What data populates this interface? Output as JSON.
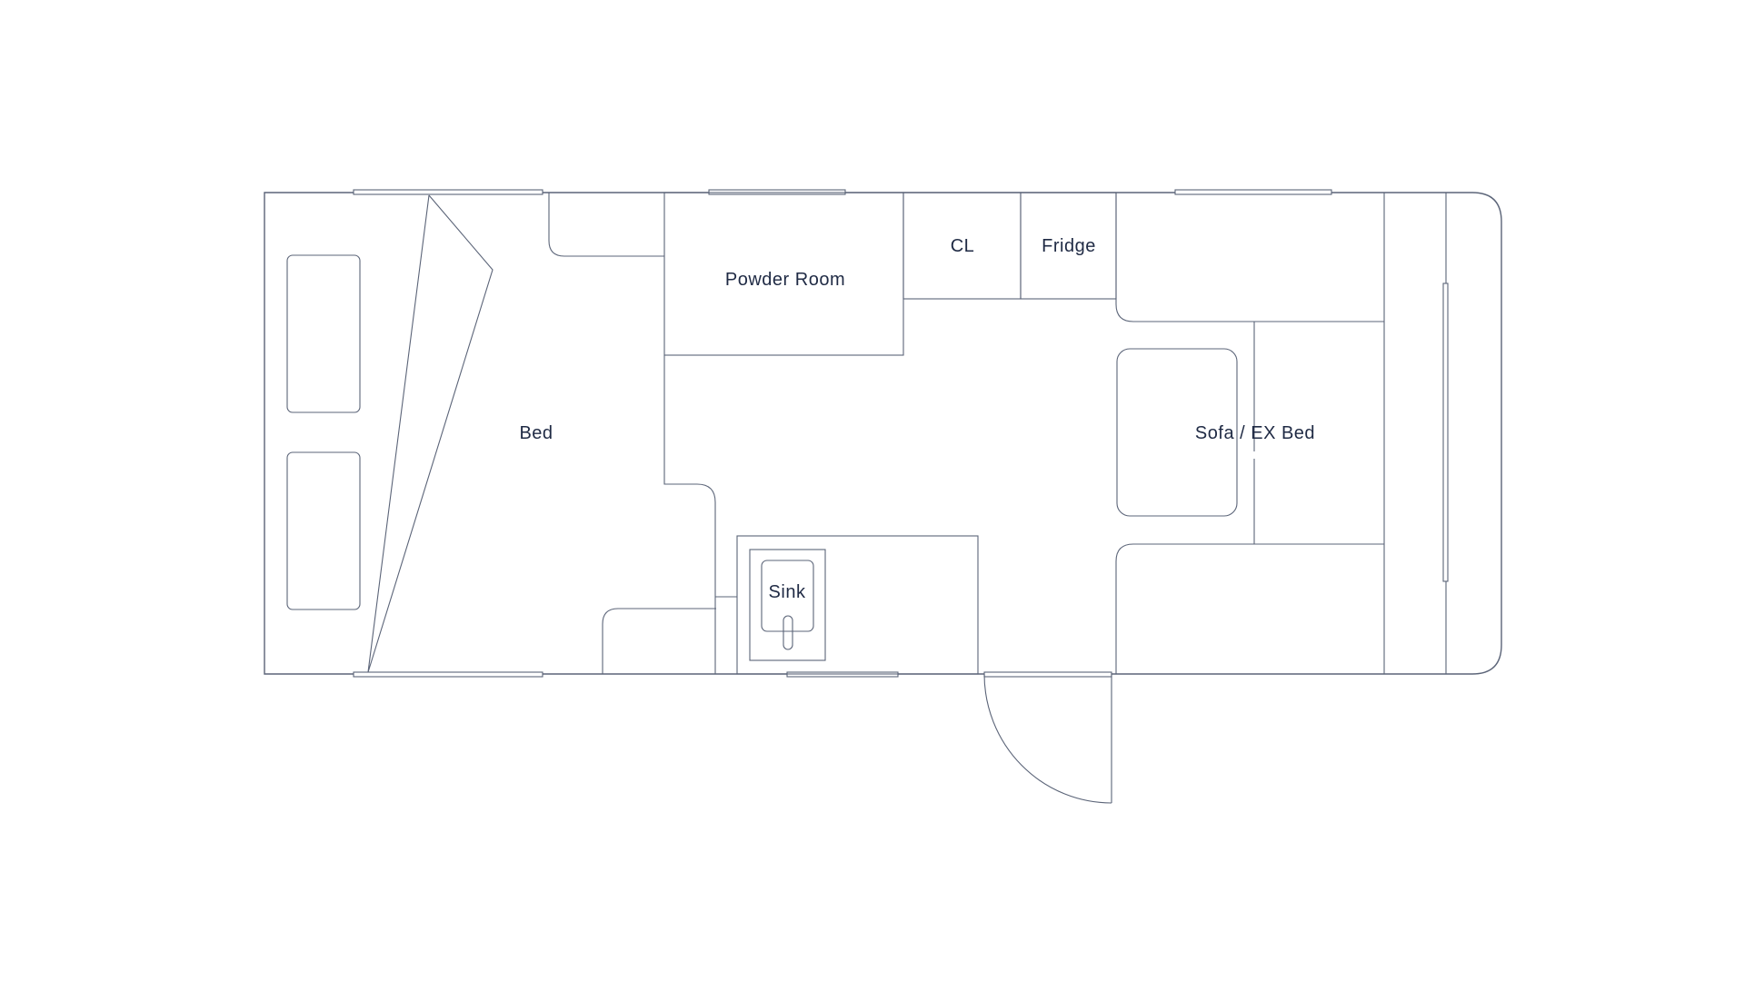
{
  "colors": {
    "line": "#5b6478",
    "label": "#1f2a44",
    "background": "#ffffff"
  },
  "labels": {
    "bed": "Bed",
    "powder_room": "Powder Room",
    "cl": "CL",
    "fridge": "Fridge",
    "sofa_ex_bed": "Sofa / EX Bed",
    "sink": "Sink"
  }
}
